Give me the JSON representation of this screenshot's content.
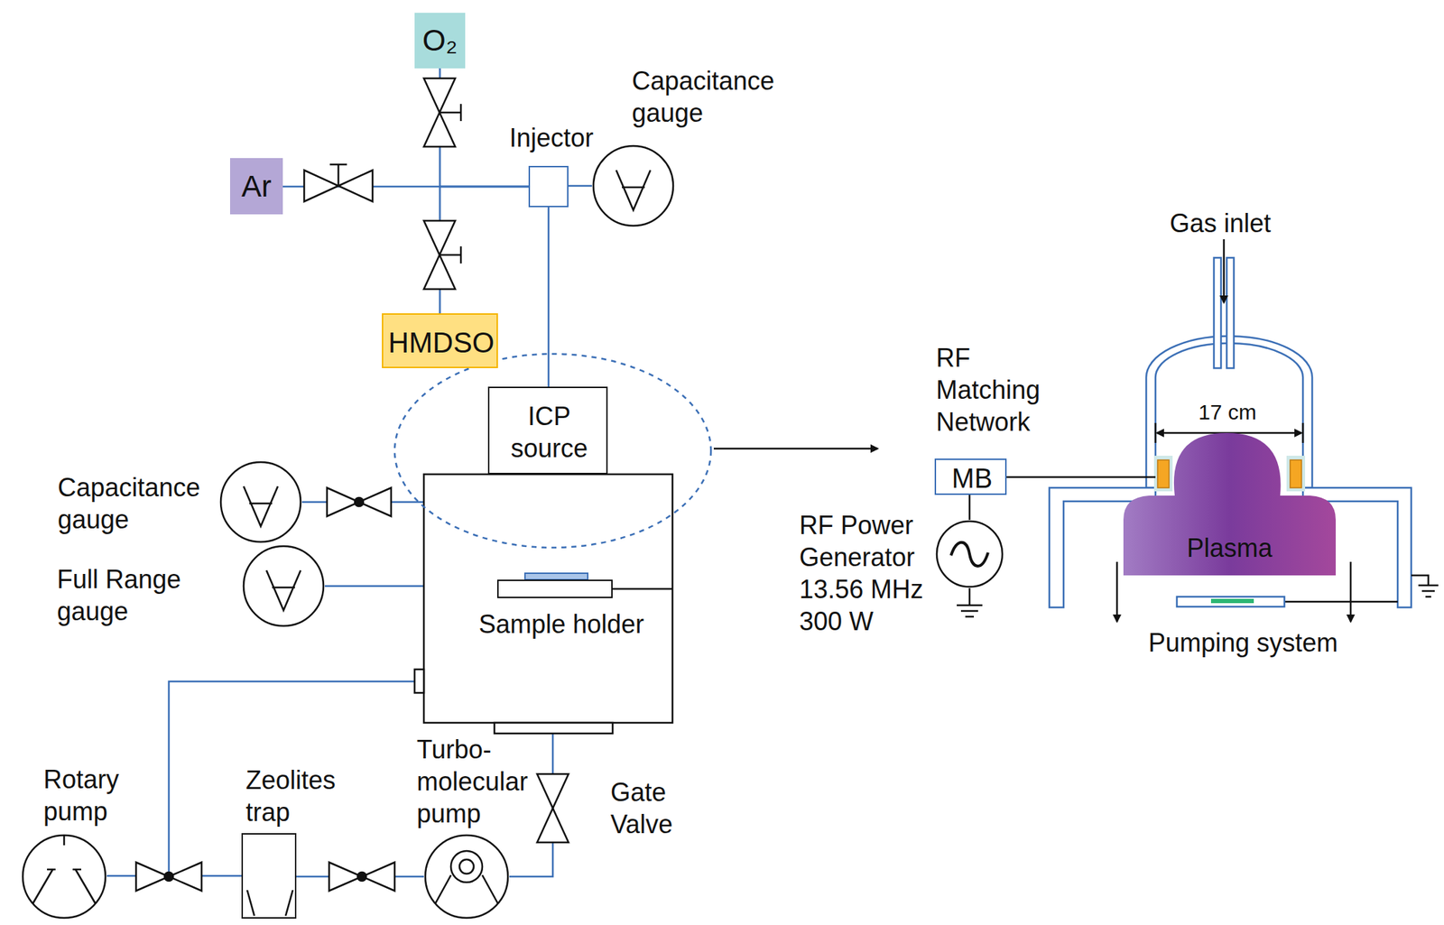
{
  "diagram": {
    "nodes": [
      {
        "text": [
          "O₂"
        ]
      },
      {
        "text": [
          "Ar"
        ]
      },
      {
        "text": [
          "Injector"
        ]
      },
      {
        "text": [
          "Capacitance gauge"
        ]
      },
      {
        "text": [
          "HMDSO"
        ]
      },
      {
        "text": [
          "ICP source"
        ]
      },
      {
        "text": [
          "Capacitance gauge"
        ]
      },
      {
        "text": [
          "Full Range gauge"
        ]
      },
      {
        "text": [
          "Sample holder"
        ]
      },
      {
        "text": [
          "Rotary pump"
        ]
      },
      {
        "text": [
          "Zeolites trap"
        ]
      },
      {
        "text": [
          "Turbo- molecular pump"
        ]
      },
      {
        "text": [
          "RF Matching Network",
          "MB"
        ]
      },
      {
        "text": [
          "RF Power Generator 13.56 MHz 300 W"
        ]
      },
      {
        "text": [
          "Plasma"
        ]
      }
    ],
    "edges": [
      {
        "from": 1,
        "to": 2,
        "arrow": "none"
      },
      {
        "from": 0,
        "to": 2,
        "arrow": "none"
      },
      {
        "from": 4,
        "to": 2,
        "arrow": "none"
      },
      {
        "from": 2,
        "to": 3,
        "arrow": "none"
      },
      {
        "from": 2,
        "to": 5,
        "arrow": "none"
      },
      {
        "from": 9,
        "to": 10,
        "arrow": "none"
      },
      {
        "from": 10,
        "to": 11,
        "arrow": "none"
      },
      {
        "from": 13,
        "to": 12,
        "arrow": "none"
      }
    ],
    "labels": [
      "Gate Valve",
      "Gas inlet",
      "17 cm",
      "Pumping system"
    ]
  }
}
